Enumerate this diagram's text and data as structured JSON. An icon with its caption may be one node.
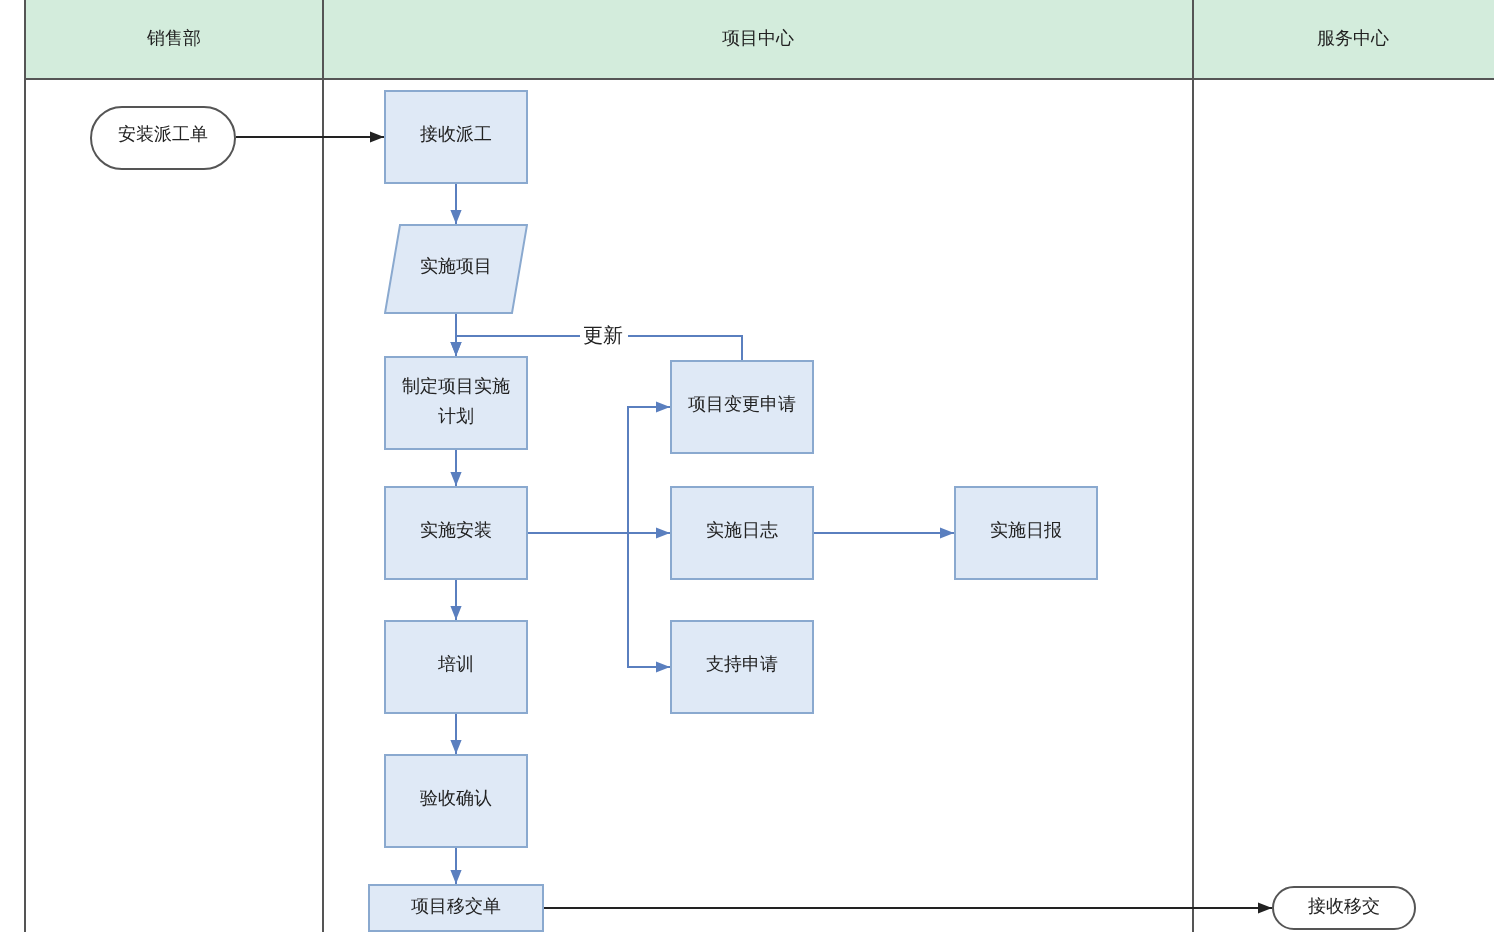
{
  "diagram": {
    "nodes": [
      {
        "text": [
          "销售部"
        ]
      },
      {
        "text": [
          "项目中心"
        ]
      },
      {
        "text": [
          "服务中心"
        ]
      },
      {
        "text": [
          "安装派工单"
        ],
        "in": 0
      },
      {
        "text": [
          "接收派工"
        ],
        "in": 1
      },
      {
        "text": [
          "实施项目"
        ],
        "in": 1
      },
      {
        "text": [
          "制定项目实施计划"
        ],
        "in": 1
      },
      {
        "text": [
          "项目变更申请"
        ],
        "in": 1
      },
      {
        "text": [
          "实施安装"
        ],
        "in": 1
      },
      {
        "text": [
          "实施日志"
        ],
        "in": 1
      },
      {
        "text": [
          "实施日报"
        ],
        "in": 1
      },
      {
        "text": [
          "支持申请"
        ],
        "in": 1
      },
      {
        "text": [
          "培训"
        ],
        "in": 1
      },
      {
        "text": [
          "验收确认"
        ],
        "in": 1
      },
      {
        "text": [
          "项目移交单"
        ],
        "in": 1
      },
      {
        "text": [
          "接收移交"
        ],
        "in": 2
      }
    ],
    "edges": [
      {
        "from": 3,
        "to": 4,
        "arrow": "to",
        "color": "#222222"
      },
      {
        "from": 4,
        "to": 5,
        "arrow": "to"
      },
      {
        "from": 5,
        "to": 6,
        "arrow": "to"
      },
      {
        "from": 7,
        "to": 6,
        "arrow": "to",
        "label": "更新"
      },
      {
        "from": 6,
        "to": 8,
        "arrow": "to"
      },
      {
        "from": 8,
        "to": 7,
        "arrow": "to"
      },
      {
        "from": 8,
        "to": 9,
        "arrow": "to"
      },
      {
        "from": 8,
        "to": 11,
        "arrow": "to"
      },
      {
        "from": 9,
        "to": 10,
        "arrow": "to"
      },
      {
        "from": 8,
        "to": 12,
        "arrow": "to"
      },
      {
        "from": 12,
        "to": 13,
        "arrow": "to"
      },
      {
        "from": 13,
        "to": 14,
        "arrow": "to"
      },
      {
        "from": 14,
        "to": 15,
        "arrow": "to",
        "color": "#222222"
      }
    ]
  }
}
